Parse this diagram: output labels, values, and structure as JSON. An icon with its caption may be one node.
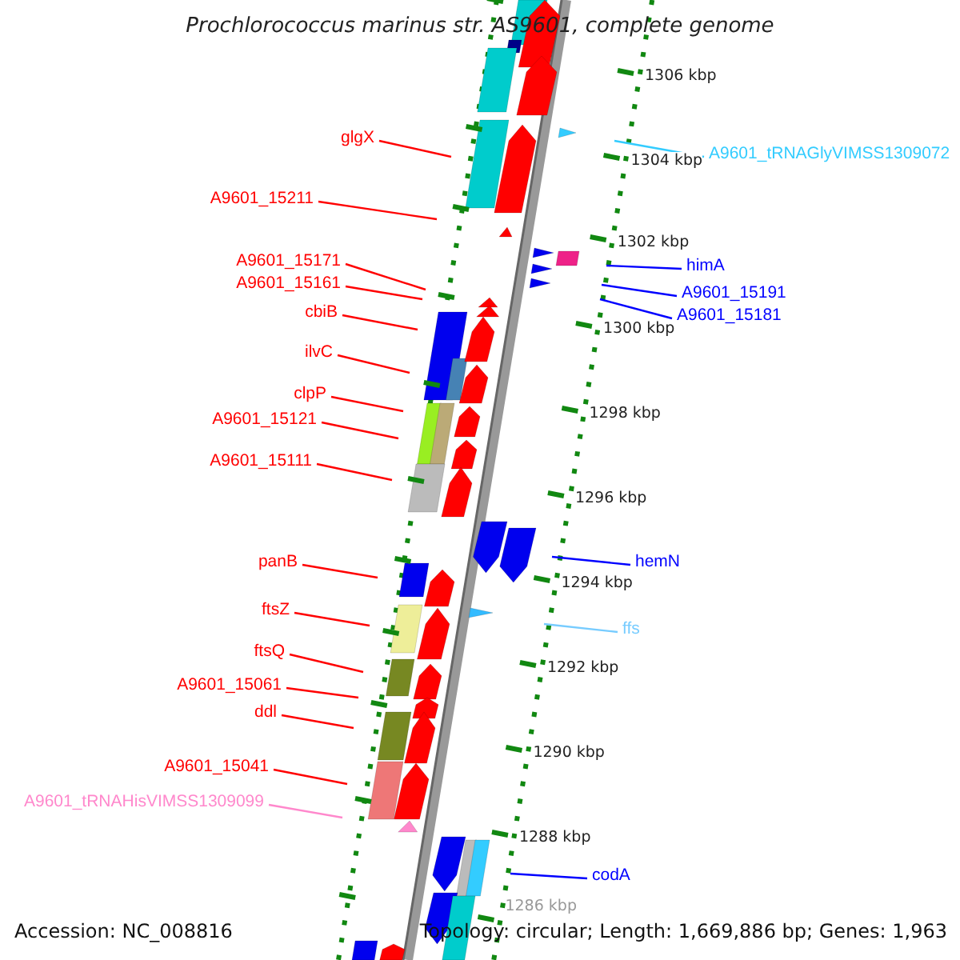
{
  "diagram": {
    "title": "Prochlorococcus marinus str. AS9601, complete genome",
    "nodes": [
      {
        "text": [
          "glgX"
        ]
      },
      {
        "text": [
          "A9601_15211"
        ]
      },
      {
        "text": [
          "A9601_15171"
        ]
      },
      {
        "text": [
          "A9601_15161"
        ]
      },
      {
        "text": [
          "cbiB"
        ]
      },
      {
        "text": [
          "ilvC"
        ]
      },
      {
        "text": [
          "clpP"
        ]
      },
      {
        "text": [
          "A9601_15121"
        ]
      },
      {
        "text": [
          "A9601_15111"
        ]
      },
      {
        "text": [
          "panB"
        ]
      },
      {
        "text": [
          "ftsZ"
        ]
      },
      {
        "text": [
          "ftsQ"
        ]
      },
      {
        "text": [
          "A9601_15061"
        ]
      },
      {
        "text": [
          "ddl"
        ]
      },
      {
        "text": [
          "A9601_15041"
        ]
      },
      {
        "text": [
          "A9601_tRNAHisVIMSS1309099"
        ]
      },
      {
        "text": [
          "A9601_tRNAGlyVIMSS1309072"
        ]
      },
      {
        "text": [
          "himA"
        ]
      },
      {
        "text": [
          "A9601_15191"
        ]
      },
      {
        "text": [
          "A9601_15181"
        ]
      },
      {
        "text": [
          "hemN"
        ]
      },
      {
        "text": [
          "ffs"
        ]
      },
      {
        "text": [
          "codA"
        ]
      }
    ],
    "edges": [
      {
        "from": 0,
        "to": null,
        "arrow": "none"
      },
      {
        "from": 1,
        "to": null,
        "arrow": "none"
      },
      {
        "from": 2,
        "to": null,
        "arrow": "none"
      },
      {
        "from": 3,
        "to": null,
        "arrow": "none"
      },
      {
        "from": 4,
        "to": null,
        "arrow": "none"
      },
      {
        "from": 5,
        "to": null,
        "arrow": "none"
      },
      {
        "from": 6,
        "to": null,
        "arrow": "none"
      },
      {
        "from": 7,
        "to": null,
        "arrow": "none"
      },
      {
        "from": 8,
        "to": null,
        "arrow": "none"
      },
      {
        "from": 9,
        "to": null,
        "arrow": "none"
      },
      {
        "from": 10,
        "to": null,
        "arrow": "none"
      },
      {
        "from": 11,
        "to": null,
        "arrow": "none"
      },
      {
        "from": 12,
        "to": null,
        "arrow": "none"
      },
      {
        "from": 13,
        "to": null,
        "arrow": "none"
      },
      {
        "from": 14,
        "to": null,
        "arrow": "none"
      },
      {
        "from": 15,
        "to": null,
        "arrow": "none",
        "color": "#ff88cc"
      },
      {
        "from": 16,
        "to": null,
        "arrow": "none",
        "color": "#33ccff"
      },
      {
        "from": 17,
        "to": null,
        "arrow": "none",
        "color": "#0000ff"
      },
      {
        "from": 18,
        "to": null,
        "arrow": "none",
        "color": "#0000ff"
      },
      {
        "from": 19,
        "to": null,
        "arrow": "none",
        "color": "#0000ff"
      },
      {
        "from": 20,
        "to": null,
        "arrow": "none",
        "color": "#0000ff"
      },
      {
        "from": 21,
        "to": null,
        "arrow": "none",
        "color": "#77ccff"
      },
      {
        "from": 22,
        "to": null,
        "arrow": "none",
        "color": "#0000ff"
      }
    ],
    "labels": [
      "1306 kbp",
      "1304 kbp",
      "1302 kbp",
      "1300 kbp",
      "1298 kbp",
      "1296 kbp",
      "1294 kbp",
      "1292 kbp",
      "1290 kbp",
      "1288 kbp",
      "1286 kbp",
      "Accession: NC_008816",
      "Topology: circular; Length: 1,669,886 bp; Genes: 1,963"
    ]
  }
}
